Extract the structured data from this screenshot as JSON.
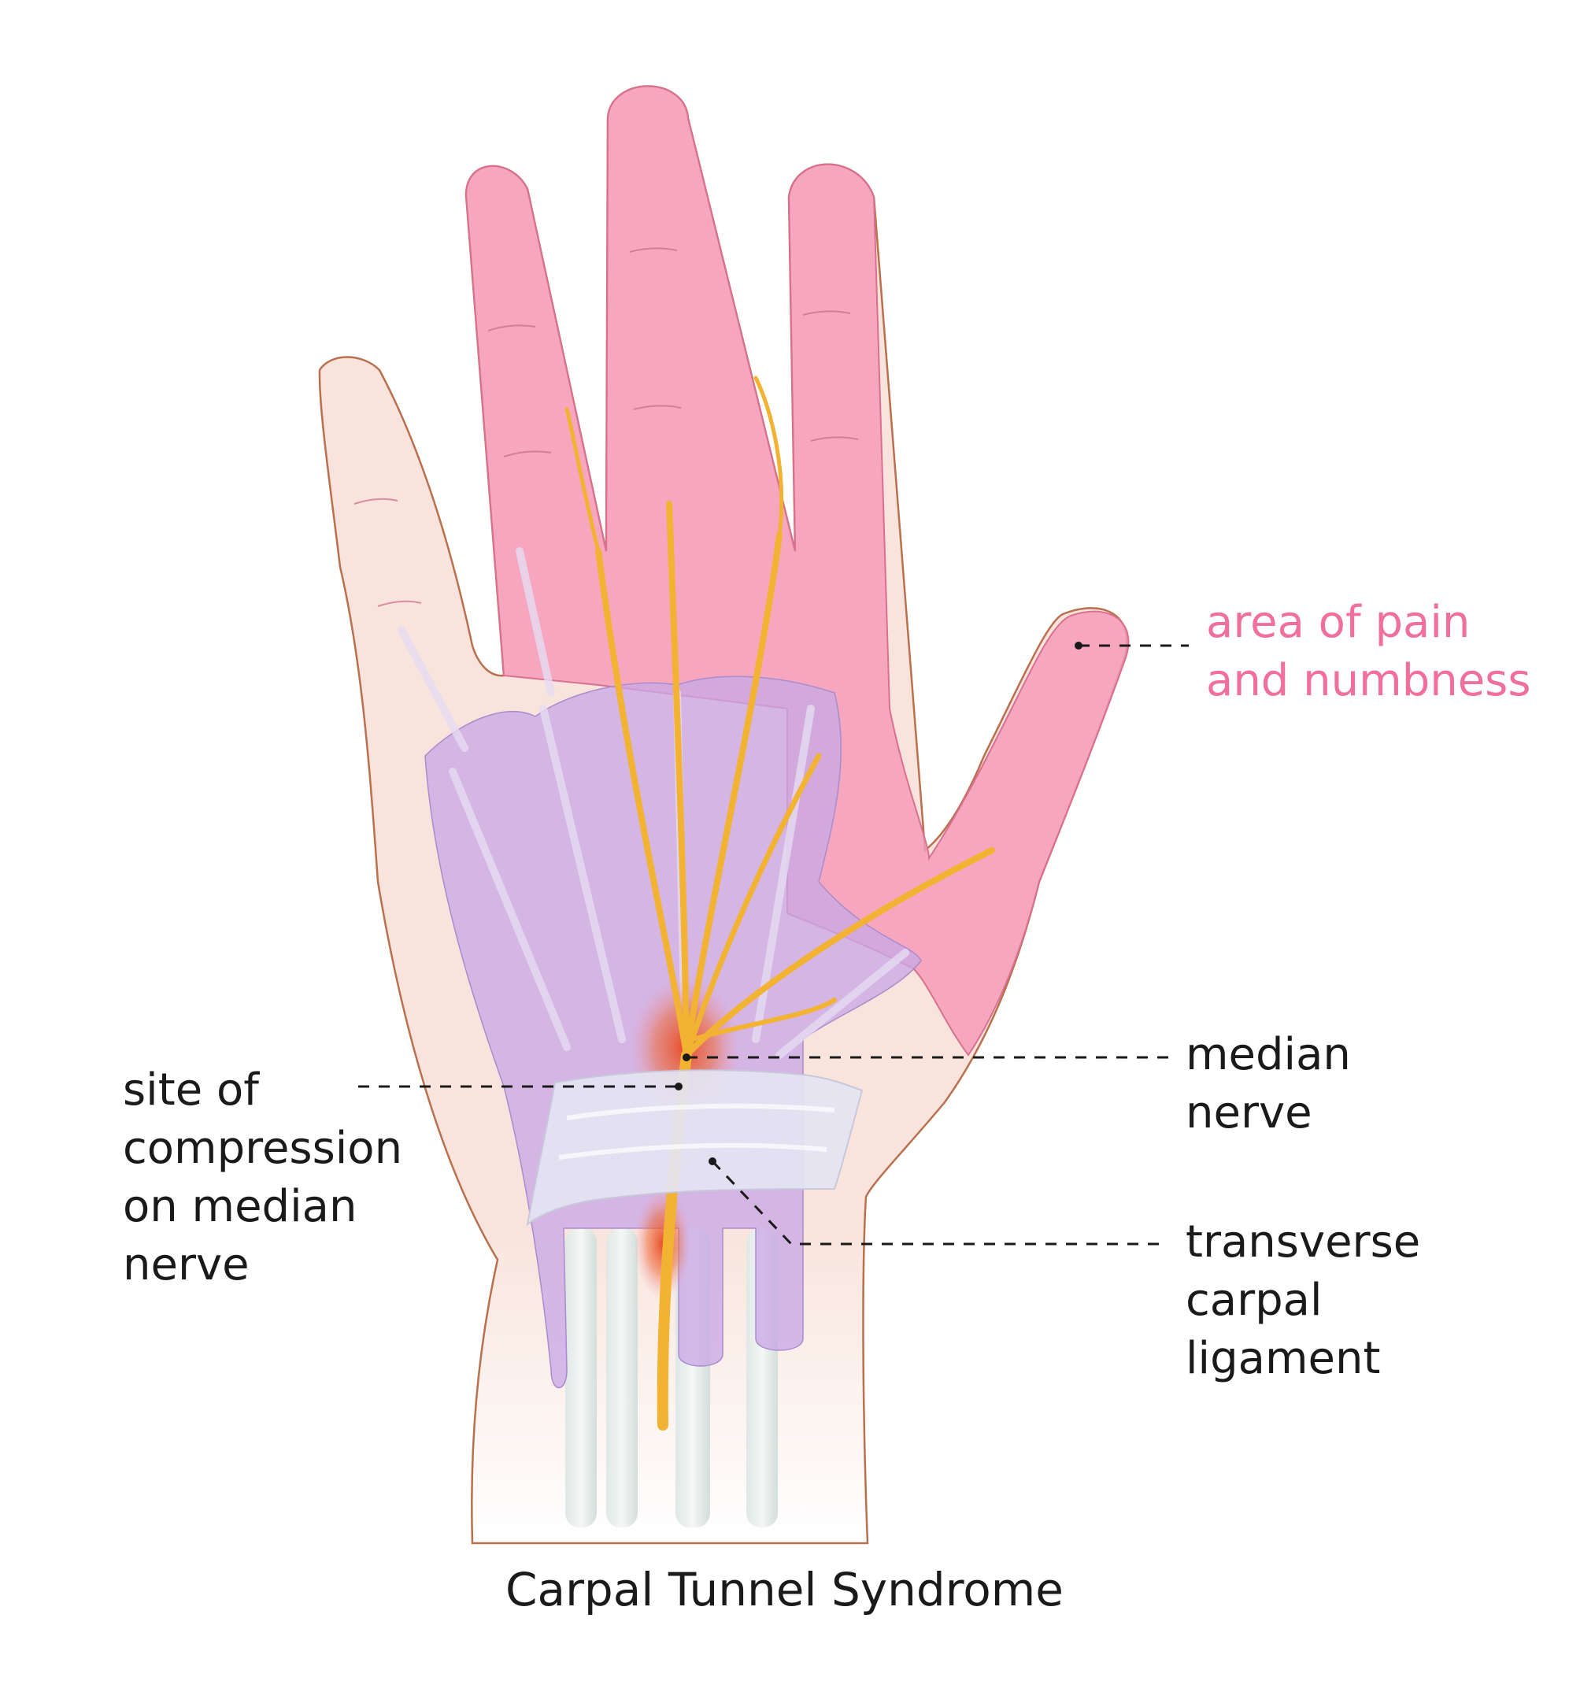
{
  "caption": "Carpal Tunnel Syndrome",
  "labels": {
    "pain_area": [
      "area of pain",
      "and numbness"
    ],
    "median_nerve": [
      "median",
      "nerve"
    ],
    "compression_site": [
      "site of",
      "compression",
      "on median",
      "nerve"
    ],
    "ligament": [
      "transverse",
      "carpal",
      "ligament"
    ]
  },
  "colors": {
    "skin": "#f8e4dc",
    "skin_outline": "#b9704e",
    "pain_zone": "#f59ab8",
    "pain_label": "#f0709a",
    "tendon_sheath": "#c9a8e6",
    "nerve": "#f2b232",
    "compression": "#e8471e",
    "ligament": "#e4e4f2",
    "text": "#1a1a1a"
  }
}
